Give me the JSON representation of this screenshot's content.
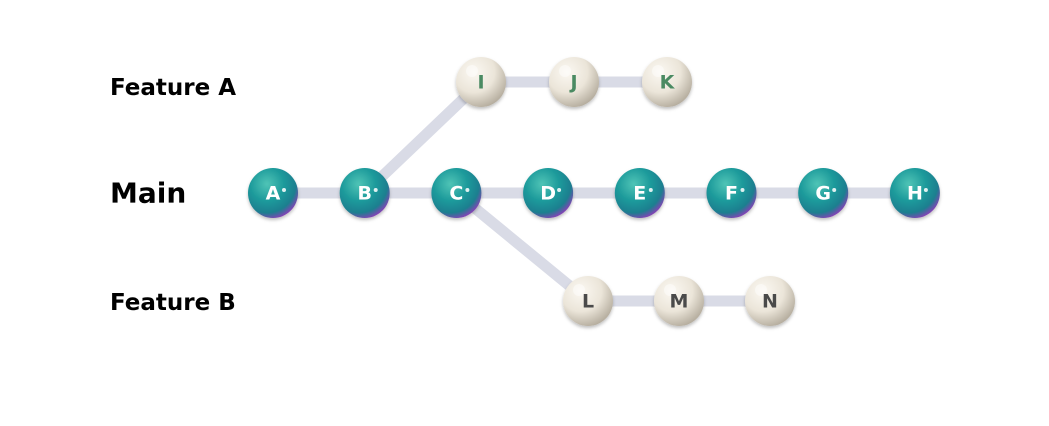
{
  "branches": {
    "feature_a": {
      "label": "Feature A",
      "commits": [
        "I",
        "J",
        "K"
      ]
    },
    "main": {
      "label": "Main",
      "commits": [
        "A",
        "B",
        "C",
        "D",
        "E",
        "F",
        "G",
        "H"
      ]
    },
    "feature_b": {
      "label": "Feature B",
      "commits": [
        "L",
        "M",
        "N"
      ]
    }
  },
  "branch_points": [
    {
      "from": "B",
      "to": "I"
    },
    {
      "from": "C",
      "to": "L"
    }
  ],
  "colors": {
    "connector": "#d9dbe6",
    "main_node": "#1fa0a0",
    "main_node_accent": "#9a4fc4",
    "main_text": "#ffffff",
    "feature_node": "#ebe6dc",
    "feature_a_text": "#4a8a62",
    "feature_b_text": "#4a4a4a"
  }
}
